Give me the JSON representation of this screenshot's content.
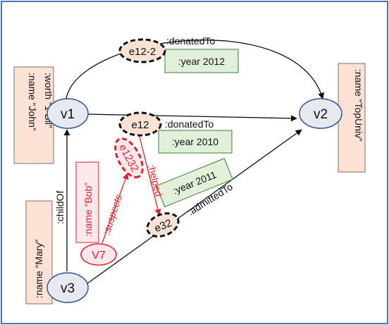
{
  "colors": {
    "frame": "#4a74b5",
    "vertex_fill": "#e6e9f0",
    "vertex_stroke": "#2f5597",
    "peach_fill": "#fbe2d5",
    "green_fill": "#e2f0d9",
    "green_stroke": "#3b7a3b",
    "edge_black": "#111111",
    "edge_red": "#e0202a",
    "pink_fill": "#fde9ec"
  },
  "vertices": {
    "v1": "v1",
    "v2": "v2",
    "v3": "v3",
    "v7": "V7"
  },
  "edge_nodes": {
    "e12_2": "e12-2",
    "e12": "e12",
    "e32": "e32",
    "e1232": "e1232"
  },
  "edge_labels": {
    "donated_top": ":donatedTo",
    "donated_mid": ":donatedTo",
    "admitted": ":admittedTo",
    "child_of": ":childOf",
    "suspects": ":suspects",
    "helped": ":helped"
  },
  "properties": {
    "year_2012": ":year  2012",
    "year_2010": ":year  2010",
    "year_2011": ":year  2011",
    "john_name": ":name  “John”",
    "john_worth": ":worth  “1 Bil”",
    "topuniv": ":name  “TopUniv”",
    "mary": ":name  “Mary”",
    "bob": ":name  “Bob”"
  }
}
